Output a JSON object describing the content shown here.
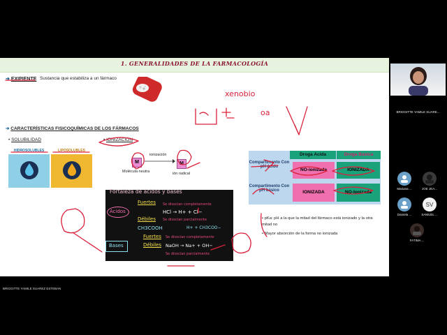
{
  "slide": {
    "title": "1. GENERALIDADES DE LA FARMACOLOGÍA",
    "excipiente_label": "EXIPIENTE",
    "excipiente_desc": "Sustancia que estabiliza a un fármaco",
    "caracteristicas": "CARACTERÍSTICAS FISICOQUÍMICAS DE LOS FÁRMACOS",
    "solubilidad": "SOLUBILIDAD",
    "ionizacion": "IONIZACIÓN",
    "hidrosolubles": "HIDROSOLUBLES",
    "liposolubles": "LIPOSOLUBLES",
    "ionizacion_arrow": "ionización",
    "molecula_neutra": "Molécula neutra",
    "ion_radical": "ión radical",
    "m_symbol": "M",
    "table": {
      "col1": "Droga Acida",
      "col2": "Droga Basica",
      "row1": "Compartimento Con pH ácido",
      "row2": "Compartimento Con pH básico",
      "cells": [
        "NO-ionizada",
        "IONIZADA",
        "IONIZADA",
        "NO-Ionizada"
      ]
    },
    "bullets": [
      "pKa: pH a la que la mitad del fármaco está ionizado y la otra mitad no",
      "Mayor absorción de la forma no ionizada"
    ],
    "blackboard": {
      "title": "Fortaleza de ácidos y bases",
      "acidos": "Acidos",
      "bases": "Bases",
      "fuertes": "Fuertes",
      "debiles": "Débiles",
      "fuertes2": "Fuertes",
      "debiles2": "Débiles",
      "disocian_comp": "Se disocian completamente",
      "disocian_parc": "Se disocian parcialmente",
      "disocian_comp2": "Se disocian completamente",
      "disocian_parc2": "Se disocian parcialmente",
      "hcl": "HCl → H+ + Cl−",
      "ch3cooh": "CH3COOH",
      "ch3coo": "H+ + CH3COO−",
      "naoh": "NaOH → Na+ + OH−"
    },
    "annotations": {
      "xenobio": "xenobio",
      "oa": "oa"
    }
  },
  "presenter_name": "BRIGGITTE YAMILE SUAREZ ESTEBAN",
  "sidebar": {
    "speaker_name": "BRIGGITTE YAMILE SUARE...",
    "participants": [
      {
        "name": "Mariana ...",
        "initials": "",
        "color": "#6aa0c8"
      },
      {
        "name": "JOE JEA...",
        "initials": "",
        "color": "#3a3a3a"
      },
      {
        "name": "Daniela ...",
        "initials": "",
        "color": "#6aa0c8"
      },
      {
        "name": "SAMUEL ...",
        "initials": "SV",
        "color": "#f2f2f2"
      },
      {
        "name": "FATIMA ...",
        "initials": "",
        "color": "#3a2a28"
      }
    ]
  },
  "colors": {
    "title_color": "#8a1530",
    "table_green": "#1aa37a",
    "table_pink": "#f06fae",
    "annotation_red": "#d9213b"
  }
}
